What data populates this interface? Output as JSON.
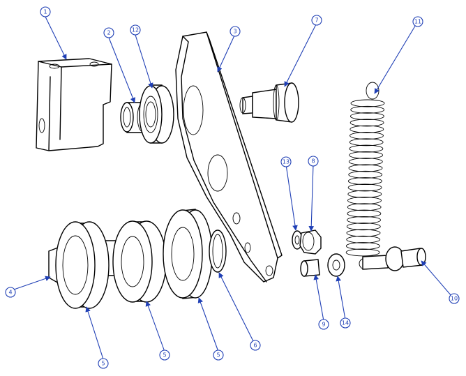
{
  "diagram": {
    "colors": {
      "line": "#000000",
      "callout": "#1f3fb5",
      "background": "#ffffff"
    },
    "callouts": [
      "1",
      "2",
      "12",
      "3",
      "7",
      "11",
      "13",
      "8",
      "4",
      "5",
      "5",
      "5",
      "6",
      "9",
      "14",
      "10"
    ]
  }
}
